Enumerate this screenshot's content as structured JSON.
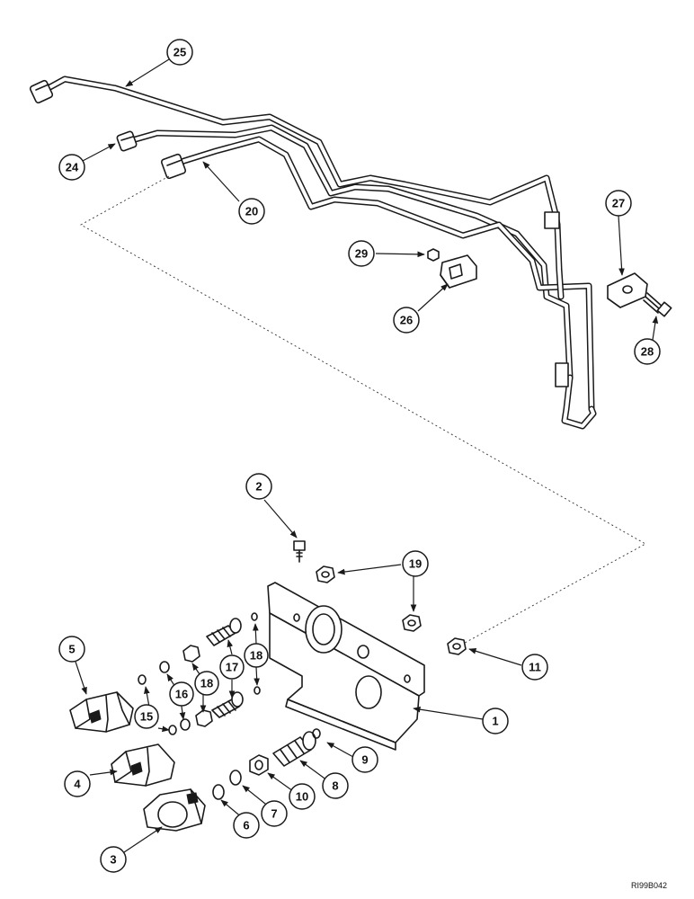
{
  "callouts": [
    "1",
    "2",
    "3",
    "4",
    "5",
    "6",
    "7",
    "8",
    "9",
    "10",
    "11",
    "15",
    "16",
    "17",
    "18",
    "19",
    "20",
    "24",
    "25",
    "26",
    "27",
    "27",
    "28",
    "29"
  ],
  "reference_code": "RI99B042"
}
